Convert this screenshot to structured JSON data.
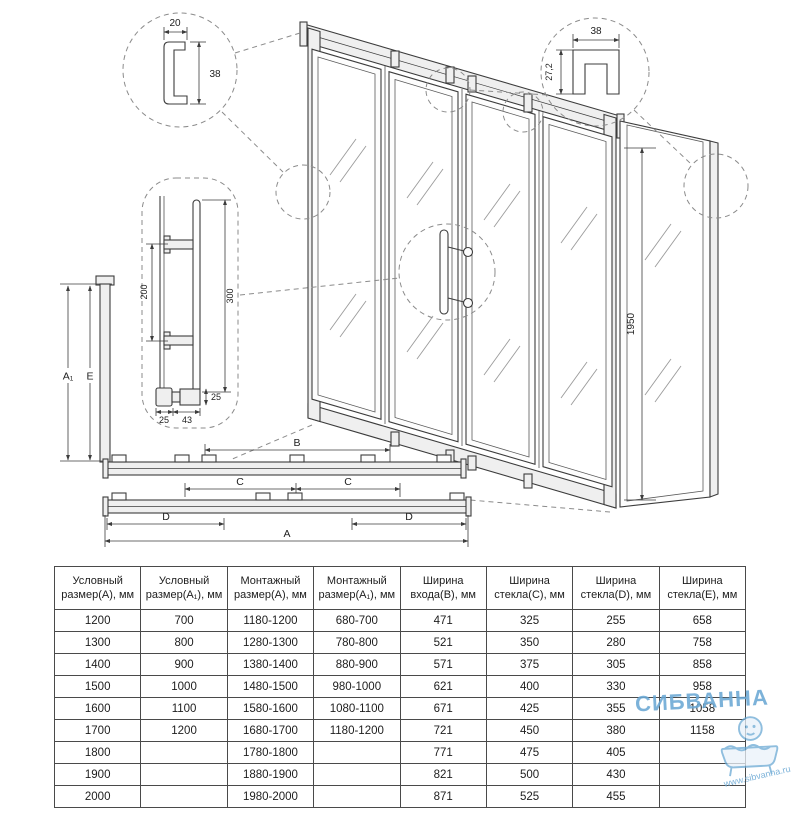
{
  "drawing": {
    "wall_profile": {
      "width": "20",
      "height": "38"
    },
    "top_rail_profile": {
      "width": "38",
      "height": "27,2"
    },
    "handle": {
      "hole_spacing": "200",
      "length": "300",
      "knob_h": "25",
      "knob_w1": "25",
      "knob_w2": "43"
    },
    "door": {
      "height": "1950"
    },
    "dims": {
      "A": "A",
      "A1": "A₁",
      "B": "B",
      "C": "C",
      "D": "D",
      "E": "E"
    }
  },
  "table": {
    "headers": [
      "Условный размер(A), мм",
      "Условный размер(A₁), мм",
      "Монтажный размер(A), мм",
      "Монтажный размер(A₁), мм",
      "Ширина входа(B), мм",
      "Ширина стекла(C), мм",
      "Ширина стекла(D), мм",
      "Ширина стекла(E), мм"
    ],
    "rows": [
      [
        "1200",
        "700",
        "1180-1200",
        "680-700",
        "471",
        "325",
        "255",
        "658"
      ],
      [
        "1300",
        "800",
        "1280-1300",
        "780-800",
        "521",
        "350",
        "280",
        "758"
      ],
      [
        "1400",
        "900",
        "1380-1400",
        "880-900",
        "571",
        "375",
        "305",
        "858"
      ],
      [
        "1500",
        "1000",
        "1480-1500",
        "980-1000",
        "621",
        "400",
        "330",
        "958"
      ],
      [
        "1600",
        "1100",
        "1580-1600",
        "1080-1100",
        "671",
        "425",
        "355",
        "1058"
      ],
      [
        "1700",
        "1200",
        "1680-1700",
        "1180-1200",
        "721",
        "450",
        "380",
        "1158"
      ],
      [
        "1800",
        "",
        "1780-1800",
        "",
        "771",
        "475",
        "405",
        ""
      ],
      [
        "1900",
        "",
        "1880-1900",
        "",
        "821",
        "500",
        "430",
        ""
      ],
      [
        "2000",
        "",
        "1980-2000",
        "",
        "871",
        "525",
        "455",
        ""
      ]
    ]
  },
  "watermark": {
    "brand": "СИБВАННА",
    "url": "www.sibvanna.ru"
  }
}
